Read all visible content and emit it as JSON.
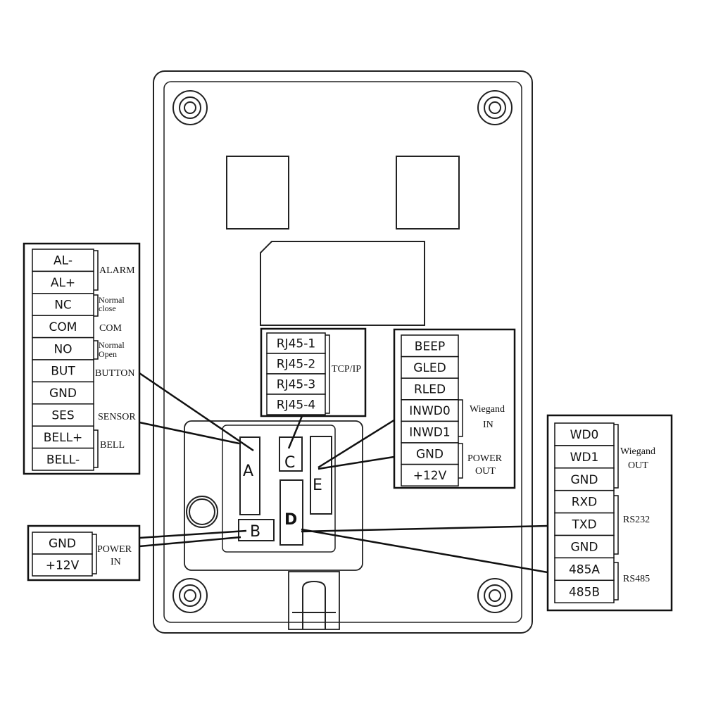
{
  "ports": {
    "A": "A",
    "B": "B",
    "C": "C",
    "D": "D",
    "E": "E"
  },
  "left_block": {
    "pins": [
      "AL-",
      "AL+",
      "NC",
      "COM",
      "NO",
      "BUT",
      "GND",
      "SES",
      "BELL+",
      "BELL-"
    ],
    "groups": {
      "alarm": "ALARM",
      "normal_close_1": "Normal",
      "normal_close_2": "close",
      "com": "COM",
      "normal_open_1": "Normal",
      "normal_open_2": "Open",
      "button": "BUTTON",
      "sensor": "SENSOR",
      "bell": "BELL"
    }
  },
  "tcpip_block": {
    "pins": [
      "RJ45-1",
      "RJ45-2",
      "RJ45-3",
      "RJ45-4"
    ],
    "group": "TCP/IP"
  },
  "e_block": {
    "pins": [
      "BEEP",
      "GLED",
      "RLED",
      "INWD0",
      "INWD1",
      "GND",
      "+12V"
    ],
    "groups": {
      "wiegand_in_1": "Wiegand",
      "wiegand_in_2": "IN",
      "power_out_1": "POWER",
      "power_out_2": "OUT"
    }
  },
  "power_block": {
    "pins": [
      "GND",
      "+12V"
    ],
    "groups": {
      "power_in_1": "POWER",
      "power_in_2": "IN"
    }
  },
  "d_block": {
    "pins": [
      "WD0",
      "WD1",
      "GND",
      "RXD",
      "TXD",
      "GND",
      "485A",
      "485B"
    ],
    "groups": {
      "wiegand_out_1": "Wiegand",
      "wiegand_out_2": "OUT",
      "rs232": "RS232",
      "rs485": "RS485"
    }
  }
}
